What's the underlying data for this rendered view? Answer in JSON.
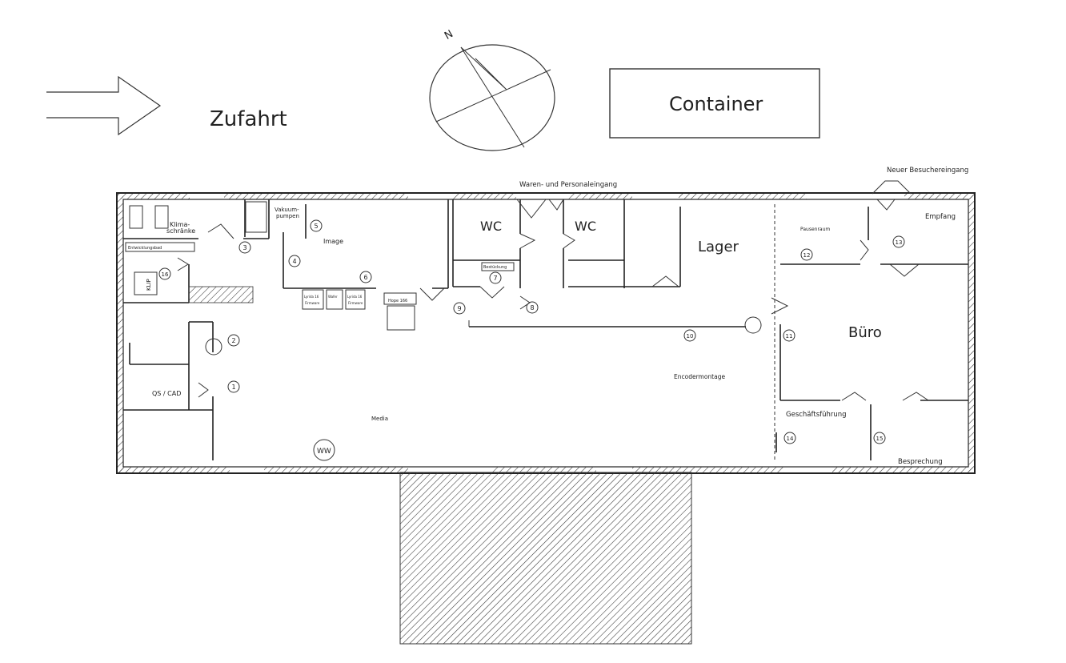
{
  "labels": {
    "zufahrt": "Zufahrt",
    "north": "N",
    "container": "Container",
    "waren_eingang": "Waren- und Personaleingang",
    "besucher_eingang": "Neuer Besuchereingang",
    "wc_left": "WC",
    "wc_right": "WC",
    "lager": "Lager",
    "buero": "Büro",
    "empfang": "Empfang",
    "pausenraum": "Pausenraum",
    "klima_1": "Klima-",
    "klima_2": "schränke",
    "entwicklung": "Entwicklungsbad",
    "vakuum_1": "Vakuum-",
    "vakuum_2": "pumpen",
    "image": "Image",
    "qs_cad": "QS / CAD",
    "media": "Media",
    "encodermontage": "Encodermontage",
    "geschaeftsfuehrung": "Geschäftsführung",
    "besprechung": "Besprechung",
    "hope": "Hope 166",
    "ww": "WW",
    "klip": "KLIP",
    "machine_a_1": "Lyrida 16",
    "machine_a_2": "Firmware",
    "machine_b_1": "Wafer",
    "machine_b_2": "",
    "machine_c_1": "Lyrida 16",
    "machine_c_2": "Firmware",
    "bestueckung": "Bestückung"
  },
  "markers": [
    "1",
    "2",
    "3",
    "4",
    "5",
    "6",
    "7",
    "8",
    "9",
    "10",
    "11",
    "12",
    "13",
    "14",
    "15",
    "16"
  ]
}
